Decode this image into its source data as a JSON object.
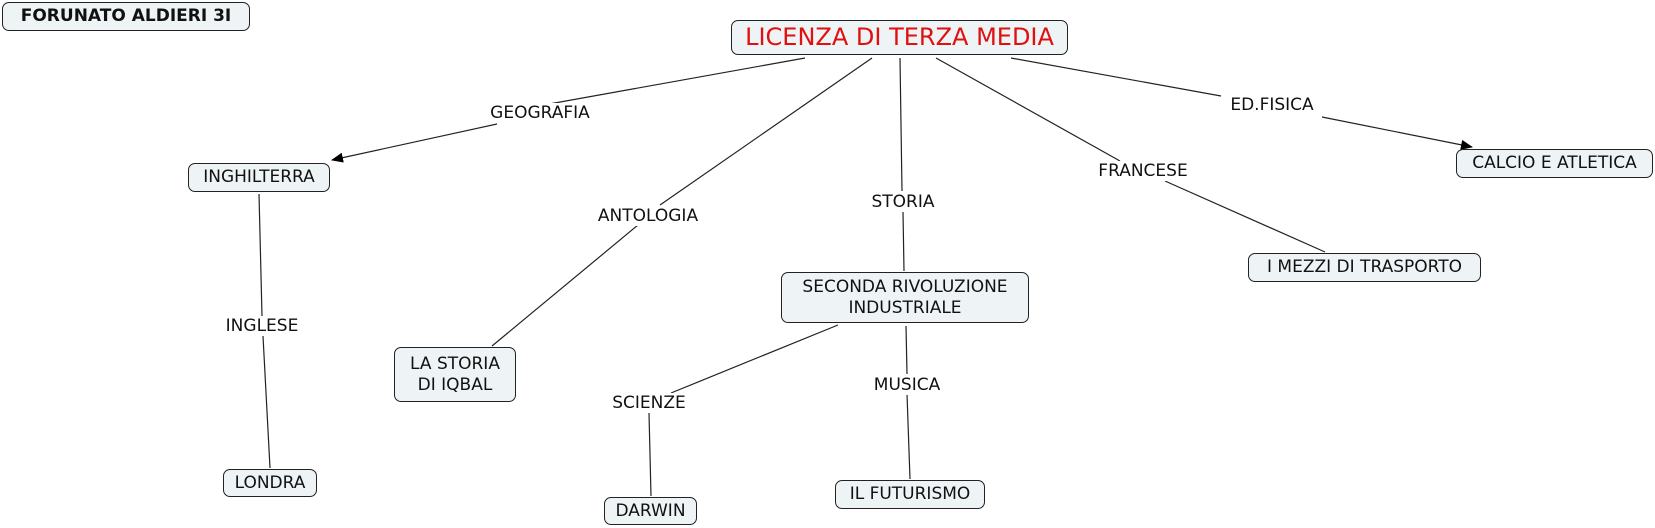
{
  "author_label": "FORUNATO ALDIERI 3I",
  "root": {
    "label": "LICENZA DI TERZA MEDIA",
    "color": "#e01010"
  },
  "nodes": {
    "inghilterra": "INGHILTERRA",
    "londra": "LONDRA",
    "storia_iqbal": "LA STORIA\nDI IQBAL",
    "seconda_rivoluzione": "SECONDA RIVOLUZIONE\nINDUSTRIALE",
    "darwin": "DARWIN",
    "futurismo": "IL FUTURISMO",
    "mezzi_trasporto": "I MEZZI DI TRASPORTO",
    "calcio_atletica": "CALCIO E ATLETICA"
  },
  "link_labels": {
    "geografia": "GEOGRAFIA",
    "inglese": "INGLESE",
    "antologia": "ANTOLOGIA",
    "storia": "STORIA",
    "scienze": "SCIENZE",
    "musica": "MUSICA",
    "francese": "FRANCESE",
    "ed_fisica": "ED.FISICA"
  }
}
